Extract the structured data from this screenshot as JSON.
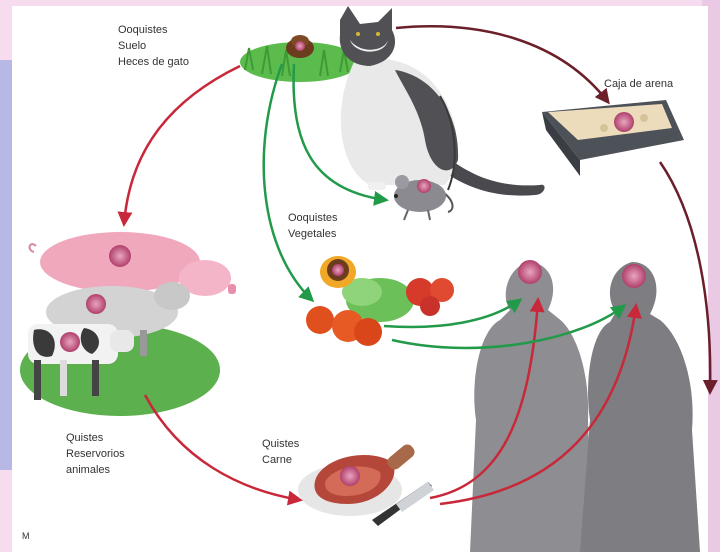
{
  "labels": {
    "ooquistes_top": [
      "Ooquistes",
      "Suelo",
      "Heces de gato"
    ],
    "caja": "Caja de arena",
    "ooquistes_veg": [
      "Ooquistes",
      "Vegetales"
    ],
    "quistes_res": [
      "Quistes",
      "Reservorios",
      "animales"
    ],
    "quistes_carne": [
      "Quistes",
      "Carne"
    ],
    "corner": "M"
  },
  "colors": {
    "background": "#f7dcef",
    "panel": "#ffffff",
    "side_band": "#b7b8e6",
    "arrow_red": "#c8283a",
    "arrow_green": "#229a4a",
    "arrow_dark": "#6b1f2b",
    "parasite": "#c0507a",
    "human": "#8e8e92",
    "grass": "#4fb043"
  },
  "icons": [
    "cat-icon",
    "feces-icon",
    "mouse-icon",
    "litter-box-icon",
    "pig-icon",
    "sheep-icon",
    "cow-icon",
    "vegetables-icon",
    "meat-icon",
    "human-icon",
    "parasite-cyst-icon"
  ]
}
